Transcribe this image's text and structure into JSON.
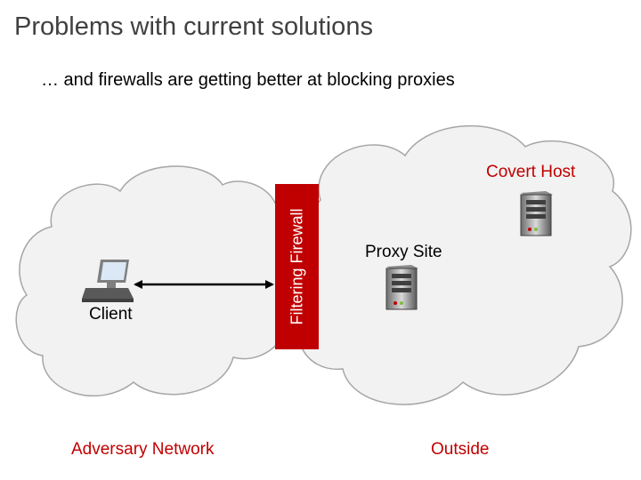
{
  "slide": {
    "title": "Problems with current solutions",
    "subtitle": "… and firewalls are getting better at blocking proxies"
  },
  "diagram": {
    "client_label": "Client",
    "firewall_label": "Filtering Firewall",
    "proxy_label": "Proxy Site",
    "covert_label": "Covert Host",
    "adversary_label": "Adversary Network",
    "outside_label": "Outside",
    "colors": {
      "accent": "#c00000",
      "cloud_fill": "#f2f2f2",
      "cloud_stroke": "#a6a6a6"
    }
  }
}
